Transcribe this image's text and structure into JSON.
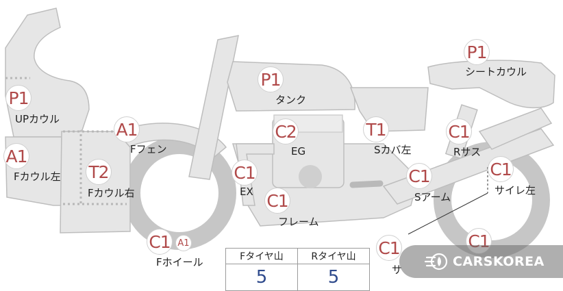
{
  "parts": [
    {
      "grade": "P1",
      "label": "UPカウル"
    },
    {
      "grade": "A1",
      "label": "Fカウル左"
    },
    {
      "grade": "T2",
      "label": "Fカウル右"
    },
    {
      "grade": "A1",
      "label": "Fフェン"
    },
    {
      "grade": "P1",
      "label": "タンク"
    },
    {
      "grade": "C2",
      "label": "EG"
    },
    {
      "grade": "C1",
      "label": "EX"
    },
    {
      "grade": "C1",
      "label": "フレーム"
    },
    {
      "grade": "T1",
      "label": "Sカバ左"
    },
    {
      "grade": "P1",
      "label": "シートカウル"
    },
    {
      "grade": "C1",
      "label": "Rサス"
    },
    {
      "grade": "C1",
      "label": "Sアーム"
    },
    {
      "grade": "C1",
      "label": "サイレ左"
    },
    {
      "grade": "C1",
      "label": "Fホイール"
    },
    {
      "grade": "C1",
      "label": "サ"
    },
    {
      "grade": "C1",
      "label": ""
    }
  ],
  "wheel_extra": {
    "grade": "A1"
  },
  "tires": {
    "front_label": "Fタイヤ山",
    "rear_label": "Rタイヤ山",
    "front_value": "5",
    "rear_value": "5"
  },
  "watermark": {
    "text": "CARSKOREA"
  },
  "colors": {
    "grade_text": "#b04a4a",
    "part_fill": "#e6e6e6",
    "tire_value": "#2e4a8c"
  }
}
